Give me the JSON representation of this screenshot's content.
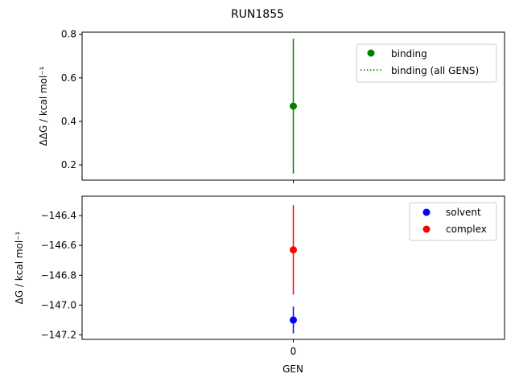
{
  "figure": {
    "suptitle": "RUN1855"
  },
  "chart_data": [
    {
      "type": "scatter",
      "panel": "top",
      "ylabel": "ΔΔG / kcal mol⁻¹",
      "xlabel": "",
      "x_ticks": [
        0
      ],
      "x_tick_labels": [],
      "xlim": [
        -1,
        1
      ],
      "ylim": [
        0.13,
        0.81
      ],
      "y_ticks": [
        0.2,
        0.4,
        0.6,
        0.8
      ],
      "y_tick_labels": [
        "0.2",
        "0.4",
        "0.6",
        "0.8"
      ],
      "grid": false,
      "legend_position": "top-right",
      "series": [
        {
          "name": "binding",
          "marker": "circle",
          "color": "#008000",
          "points": [
            {
              "x": 0,
              "y": 0.47,
              "yerr_low": 0.16,
              "yerr_high": 0.78
            }
          ]
        },
        {
          "name": "binding (all GENS)",
          "marker": "dotted-line",
          "color": "#008000",
          "points": []
        }
      ]
    },
    {
      "type": "scatter",
      "panel": "bottom",
      "ylabel": "ΔG / kcal mol⁻¹",
      "xlabel": "GEN",
      "x_ticks": [
        0
      ],
      "x_tick_labels": [
        "0"
      ],
      "xlim": [
        -1,
        1
      ],
      "ylim": [
        -147.23,
        -146.27
      ],
      "y_ticks": [
        -146.4,
        -146.6,
        -146.8,
        -147.0,
        -147.2
      ],
      "y_tick_labels": [
        "−146.4",
        "−146.6",
        "−146.8",
        "−147.0",
        "−147.2"
      ],
      "grid": false,
      "legend_position": "top-right",
      "series": [
        {
          "name": "solvent",
          "marker": "circle",
          "color": "#0000ff",
          "points": [
            {
              "x": 0,
              "y": -147.1,
              "yerr_low": -147.19,
              "yerr_high": -147.01
            }
          ]
        },
        {
          "name": "complex",
          "marker": "circle",
          "color": "#ff0000",
          "points": [
            {
              "x": 0,
              "y": -146.63,
              "yerr_low": -146.93,
              "yerr_high": -146.33
            }
          ]
        }
      ]
    }
  ]
}
